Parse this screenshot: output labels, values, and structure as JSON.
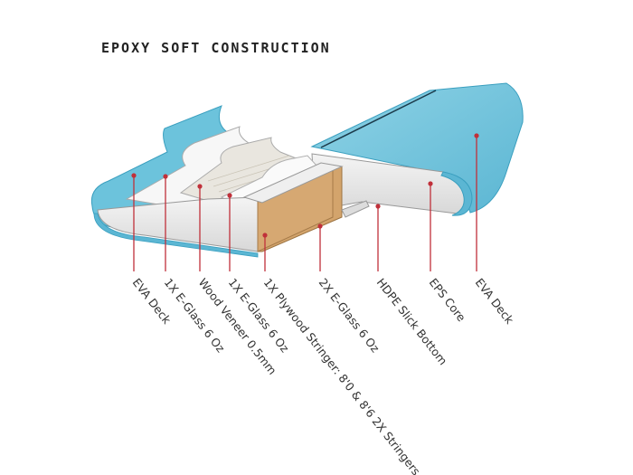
{
  "diagram": {
    "title": "EPOXY SOFT CONSTRUCTION",
    "layers": [
      {
        "id": "eva-deck-left",
        "label": "EVA Deck"
      },
      {
        "id": "eglass-1",
        "label": "1X E-Glass 6 Oz"
      },
      {
        "id": "wood-veneer",
        "label": "Wood Veneer 0.5mm"
      },
      {
        "id": "eglass-2",
        "label": "1X E-Glass 6 Oz"
      },
      {
        "id": "plywood-stringer",
        "label": "1X Plywood Stringer: 8'0 & 8'6 2X Stringers"
      },
      {
        "id": "eglass-bottom",
        "label": "2X E-Glass 6 Oz"
      },
      {
        "id": "hdpe-bottom",
        "label": "HDPE Slick Bottom"
      },
      {
        "id": "eps-core",
        "label": "EPS Core"
      },
      {
        "id": "eva-deck-right",
        "label": "EVA Deck"
      }
    ],
    "colors": {
      "eva": "#6cc3dc",
      "eva_dark": "#3a9fbf",
      "core": "#eeeeee",
      "stringer": "#d3a46c",
      "leader": "#c0303a"
    }
  }
}
